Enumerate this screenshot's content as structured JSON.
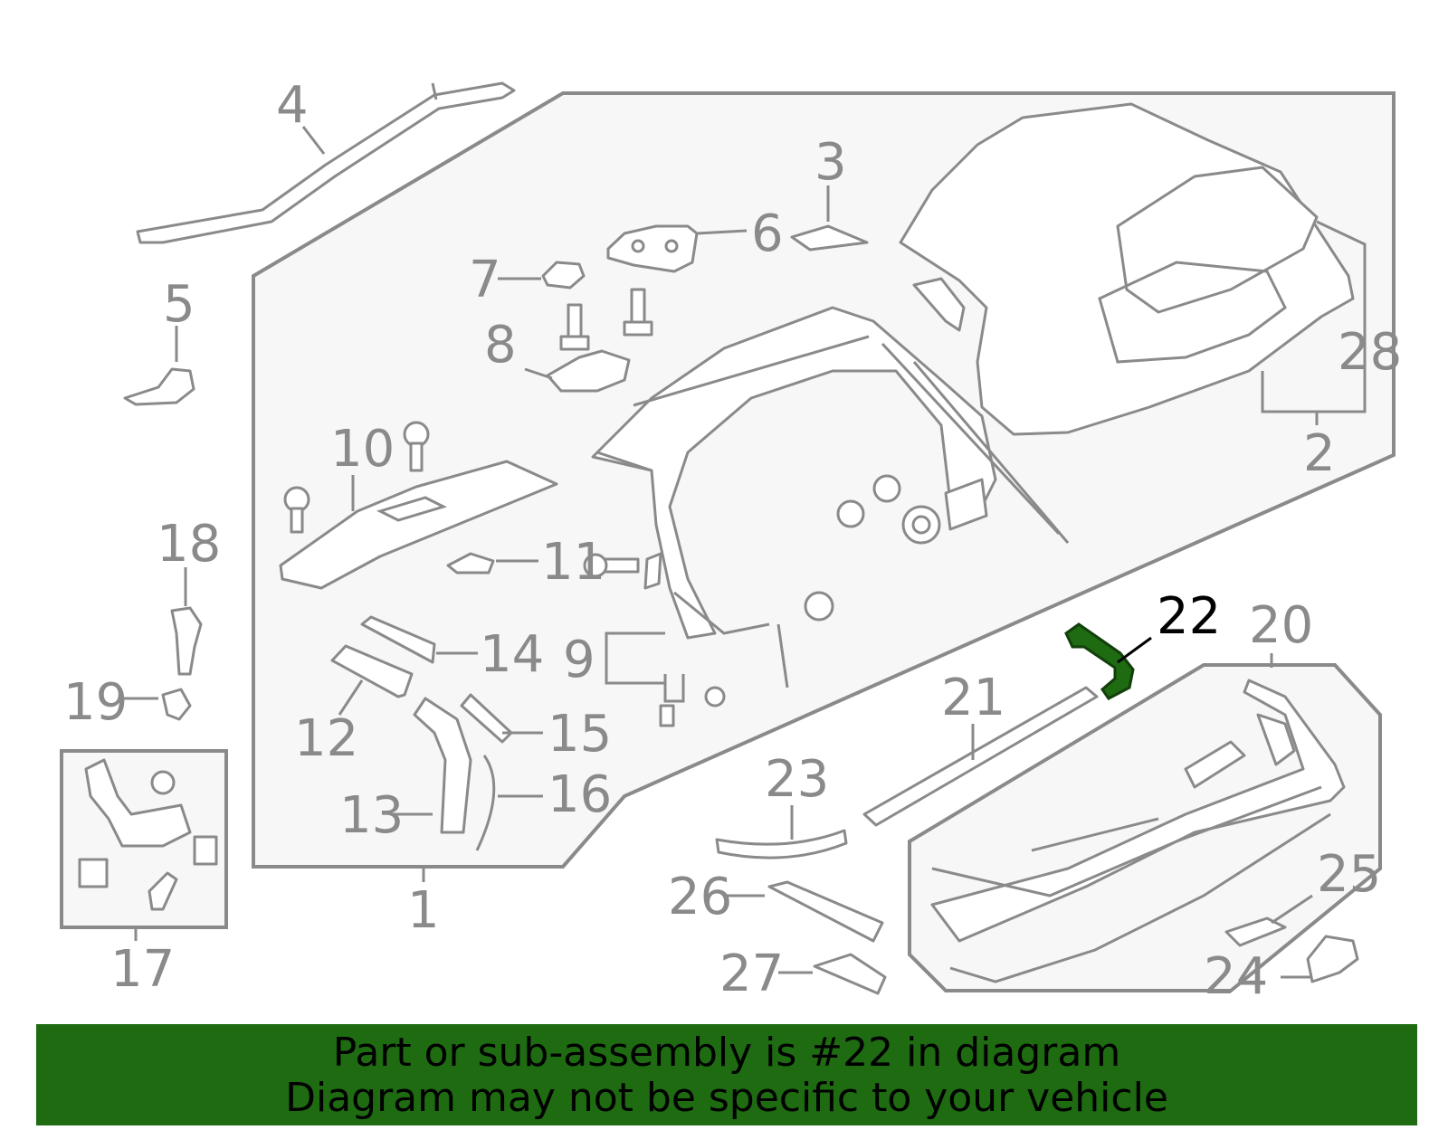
{
  "diagram": {
    "highlight_color": "#1e6b12",
    "outline_color": "#8a8a8a",
    "highlighted_part": "22",
    "callouts": [
      "1",
      "2",
      "3",
      "4",
      "5",
      "6",
      "7",
      "8",
      "9",
      "10",
      "11",
      "12",
      "13",
      "14",
      "15",
      "16",
      "17",
      "18",
      "19",
      "20",
      "21",
      "22",
      "23",
      "24",
      "25",
      "26",
      "27",
      "28"
    ]
  },
  "banner": {
    "line1": "Part or sub-assembly is #22 in diagram",
    "line2": "Diagram may not be specific to your vehicle",
    "background": "#1e6b12"
  }
}
